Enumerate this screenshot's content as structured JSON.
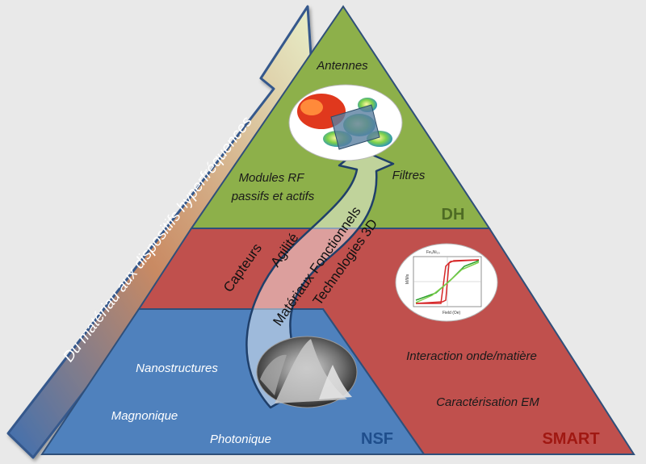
{
  "arrow_label": "Du matériau aux dispositifs hyperfréquences",
  "dh": {
    "code": "DH",
    "items": [
      "Antennes",
      "Filtres"
    ],
    "modules_line1": "Modules RF",
    "modules_line2": "passifs et actifs"
  },
  "smart": {
    "code": "SMART",
    "items": [
      "Interaction onde/matière",
      "Caractérisation EM"
    ]
  },
  "nsf": {
    "code": "NSF",
    "items": [
      "Nanostructures",
      "Magnonique",
      "Photonique"
    ]
  },
  "center_topics": [
    "Capteurs",
    "Agilité",
    "Matériaux Fonctionnels",
    "Technologies 3D"
  ],
  "hysteresis_plot": {
    "title": "Fe₈Ni₂₀",
    "xlabel": "Field (Oe)",
    "ylabel": "M/Ms"
  },
  "colors": {
    "dh_green": "#8db04a",
    "smart_red": "#c0504d",
    "nsf_blue": "#4f81bd",
    "code_green": "#4e6b24",
    "code_red": "#a01812",
    "code_blue": "#1f4e8c"
  }
}
